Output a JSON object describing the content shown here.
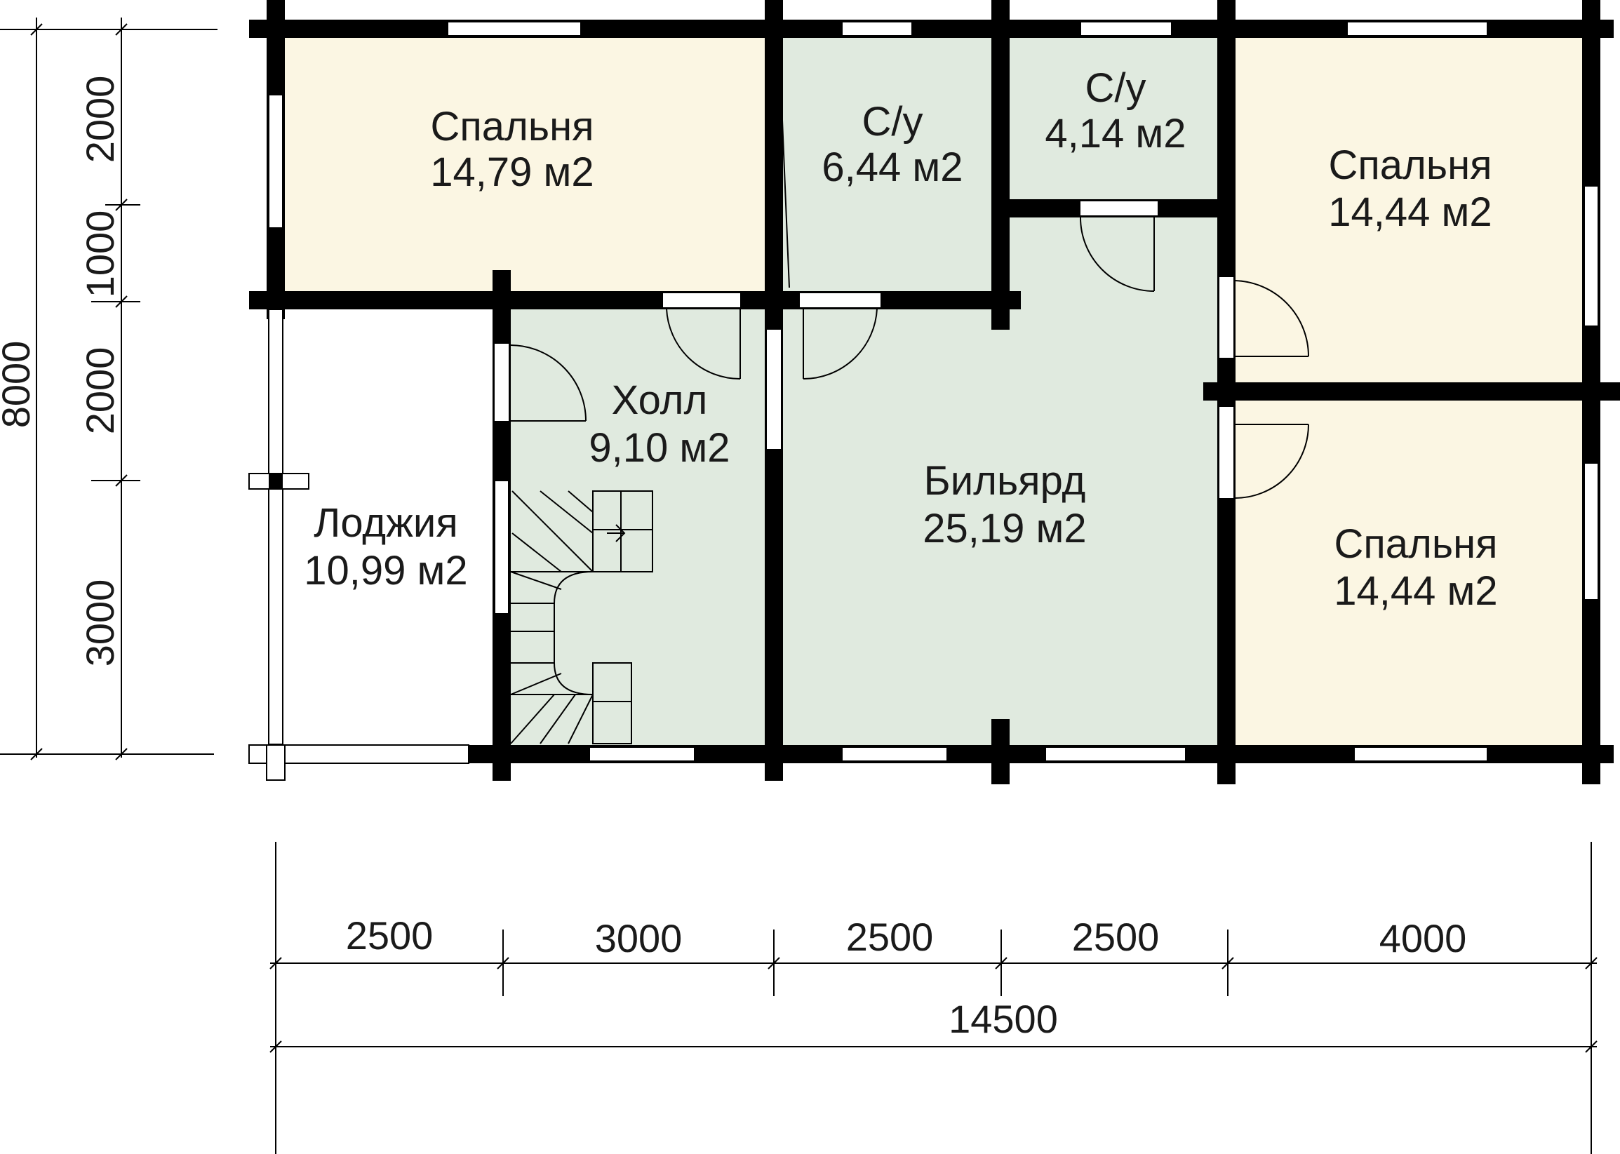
{
  "colors": {
    "bedroom": "#fbf6e3",
    "wet": "#e0eadf",
    "open": "#ffffff",
    "wall": "#000000",
    "dim_line": "#000000"
  },
  "rooms": [
    {
      "id": "bedroom-nw",
      "name": "Спальня",
      "area": "14,79 м2",
      "fill": "bedroom"
    },
    {
      "id": "bath-1",
      "name": "С/у",
      "area": "6,44 м2",
      "fill": "wet"
    },
    {
      "id": "bath-2",
      "name": "С/у",
      "area": "4,14 м2",
      "fill": "wet"
    },
    {
      "id": "bedroom-ne",
      "name": "Спальня",
      "area": "14,44 м2",
      "fill": "bedroom"
    },
    {
      "id": "hall",
      "name": "Холл",
      "area": "9,10 м2",
      "fill": "wet"
    },
    {
      "id": "billiard",
      "name": "Бильярд",
      "area": "25,19 м2",
      "fill": "wet"
    },
    {
      "id": "bedroom-se",
      "name": "Спальня",
      "area": "14,44 м2",
      "fill": "bedroom"
    },
    {
      "id": "loggia",
      "name": "Лоджия",
      "area": "10,99 м2",
      "fill": "open"
    }
  ],
  "dimensions": {
    "left_total": "8000",
    "left_segments": [
      "2000",
      "1000",
      "2000",
      "3000"
    ],
    "bottom_segments": [
      "2500",
      "3000",
      "2500",
      "2500",
      "4000"
    ],
    "bottom_total": "14500"
  }
}
